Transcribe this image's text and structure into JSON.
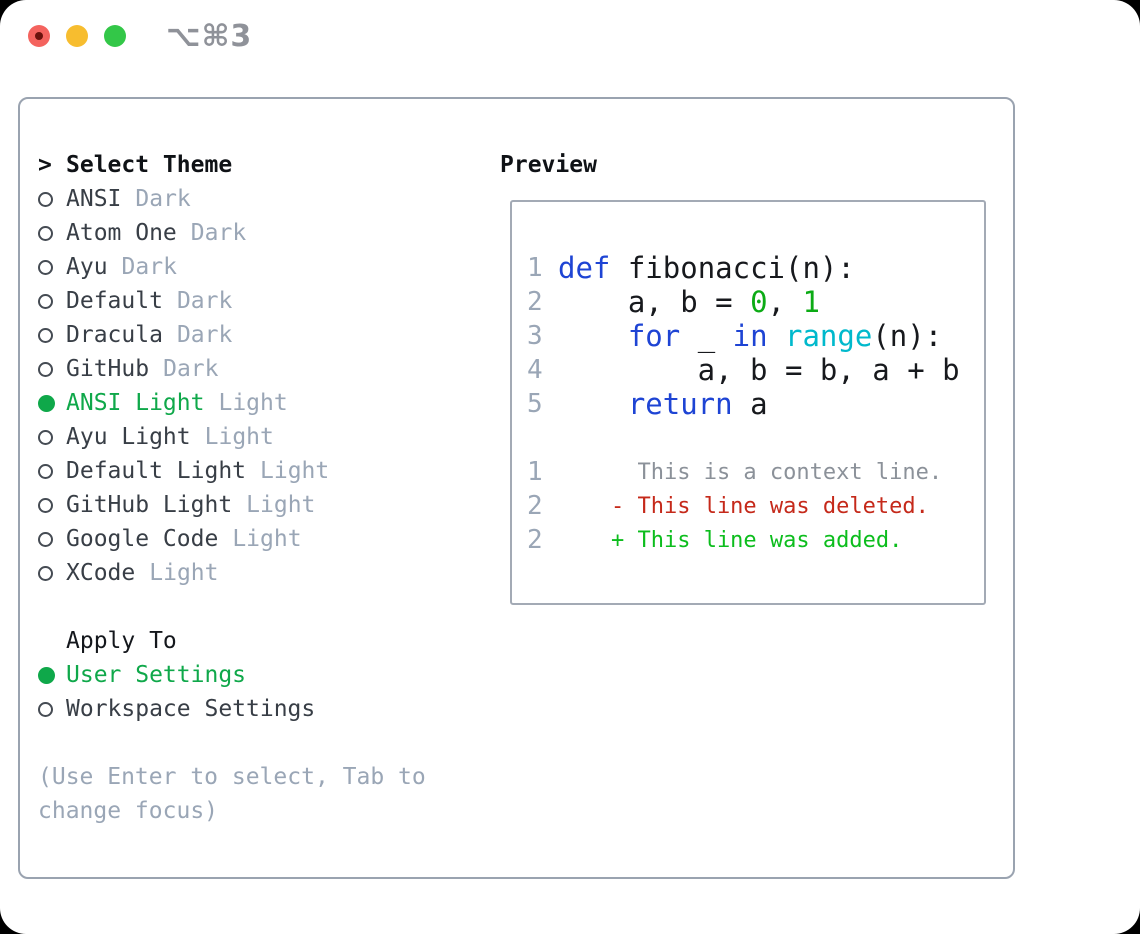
{
  "window": {
    "title": "⌥⌘3",
    "traffic_lights": [
      "close",
      "minimize",
      "zoom"
    ]
  },
  "theme_selector": {
    "prompt": ">",
    "title": "Select Theme",
    "selected_theme": "ANSI Light",
    "themes": [
      {
        "name": "ANSI",
        "variant": "Dark",
        "selected": false
      },
      {
        "name": "Atom One",
        "variant": "Dark",
        "selected": false
      },
      {
        "name": "Ayu",
        "variant": "Dark",
        "selected": false
      },
      {
        "name": "Default",
        "variant": "Dark",
        "selected": false
      },
      {
        "name": "Dracula",
        "variant": "Dark",
        "selected": false
      },
      {
        "name": "GitHub",
        "variant": "Dark",
        "selected": false
      },
      {
        "name": "ANSI Light",
        "variant": "Light",
        "selected": true
      },
      {
        "name": "Ayu Light",
        "variant": "Light",
        "selected": false
      },
      {
        "name": "Default Light",
        "variant": "Light",
        "selected": false
      },
      {
        "name": "GitHub Light",
        "variant": "Light",
        "selected": false
      },
      {
        "name": "Google Code",
        "variant": "Light",
        "selected": false
      },
      {
        "name": "XCode",
        "variant": "Light",
        "selected": false
      }
    ]
  },
  "apply_to": {
    "label": "Apply To",
    "options": [
      {
        "label": "User Settings",
        "selected": true
      },
      {
        "label": "Workspace Settings",
        "selected": false
      }
    ]
  },
  "hint": "(Use Enter to select, Tab to change focus)",
  "preview": {
    "title": "Preview",
    "code_lines": [
      {
        "num": "1",
        "tokens": [
          {
            "t": "def",
            "c": "kw"
          },
          {
            "t": " fibonacci(n):",
            "c": "plain"
          }
        ]
      },
      {
        "num": "2",
        "tokens": [
          {
            "t": "    a, b = ",
            "c": "plain"
          },
          {
            "t": "0",
            "c": "num"
          },
          {
            "t": ", ",
            "c": "plain"
          },
          {
            "t": "1",
            "c": "num"
          }
        ]
      },
      {
        "num": "3",
        "tokens": [
          {
            "t": "    ",
            "c": "plain"
          },
          {
            "t": "for",
            "c": "kw"
          },
          {
            "t": " _ ",
            "c": "plain"
          },
          {
            "t": "in",
            "c": "kw"
          },
          {
            "t": " ",
            "c": "plain"
          },
          {
            "t": "range",
            "c": "fn"
          },
          {
            "t": "(n):",
            "c": "plain"
          }
        ]
      },
      {
        "num": "4",
        "tokens": [
          {
            "t": "        a, b = b, a + b",
            "c": "plain"
          }
        ]
      },
      {
        "num": "5",
        "tokens": [
          {
            "t": "    ",
            "c": "plain"
          },
          {
            "t": "return",
            "c": "kw"
          },
          {
            "t": " a",
            "c": "plain"
          }
        ]
      }
    ],
    "diff_lines": [
      {
        "num": "1",
        "kind": "context",
        "text": "      This is a context line."
      },
      {
        "num": "2",
        "kind": "deleted",
        "text": "    - This line was deleted."
      },
      {
        "num": "2",
        "kind": "added",
        "text": "    + This line was added."
      }
    ]
  },
  "colors": {
    "kw": "#1e44d4",
    "fn_cyan": "#00b9cc",
    "literal": "#0cab15",
    "plain": "#17191d",
    "muted": "#9aa6b6",
    "context": "#8b9199",
    "deleted": "#c5291a",
    "added": "#0cbd1d",
    "selected_green": "#0fa84a",
    "item_text": "#383e46",
    "heading": "#0f1216",
    "panel_border": "#9aa3b0",
    "preview_border": "#a3aab5",
    "traffic_red": "#f4635e",
    "traffic_red_dot": "#6b120c",
    "traffic_yellow": "#f7bd2f",
    "traffic_green": "#33c748",
    "title_gray": "#8f9299"
  }
}
